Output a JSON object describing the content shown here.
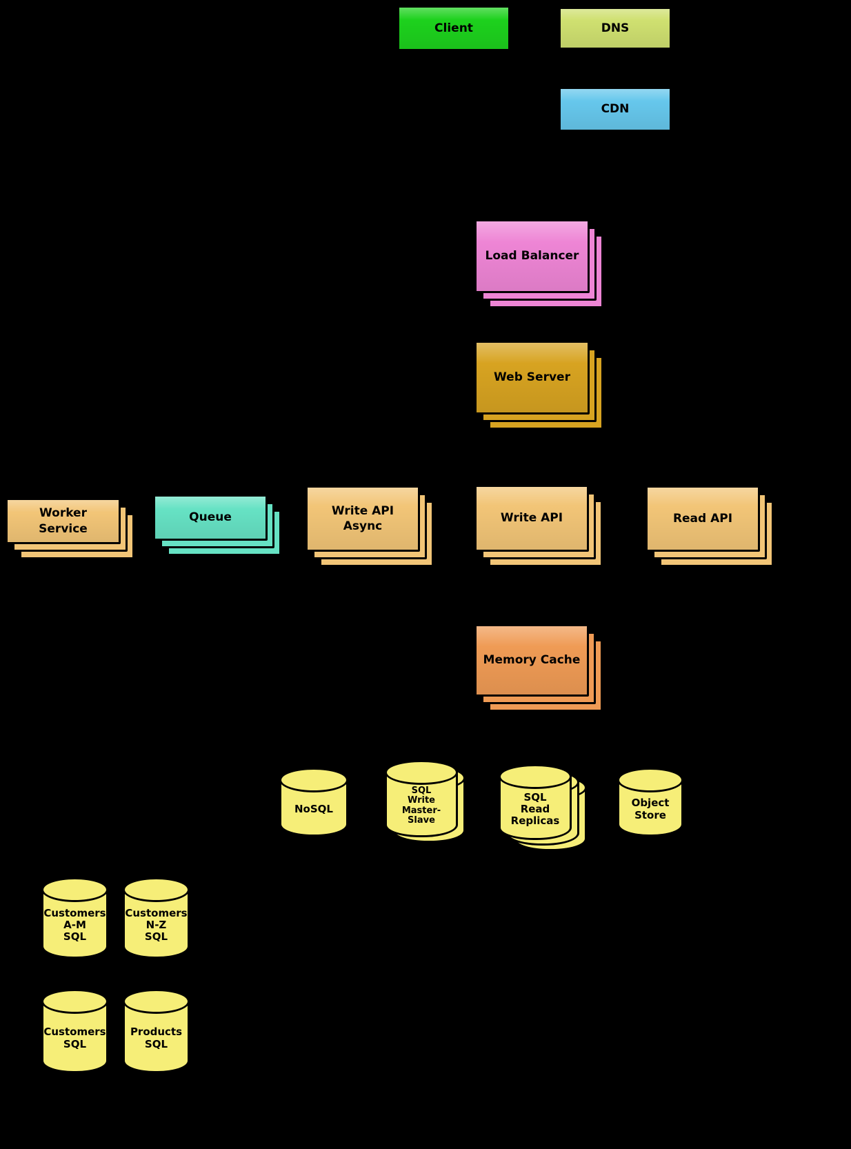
{
  "background": "#000000",
  "nodes": {
    "client": {
      "label": "Client"
    },
    "dns": {
      "label": "DNS"
    },
    "cdn": {
      "label": "CDN"
    },
    "load_balancer": {
      "label": "Load Balancer"
    },
    "web_server": {
      "label": "Web Server"
    },
    "worker_service": {
      "label": "Worker\nService"
    },
    "queue": {
      "label": "Queue"
    },
    "write_api_async": {
      "label": "Write API\nAsync"
    },
    "write_api": {
      "label": "Write API"
    },
    "read_api": {
      "label": "Read API"
    },
    "memory_cache": {
      "label": "Memory Cache"
    },
    "nosql": {
      "label": "NoSQL"
    },
    "sql_write_master_slave": {
      "label": "SQL\nWrite\nMaster-\nSlave"
    },
    "sql_read_replicas": {
      "label": "SQL\nRead\nReplicas"
    },
    "object_store": {
      "label": "Object\nStore"
    },
    "customers_am_sql": {
      "label": "Customers\nA-M\nSQL"
    },
    "customers_nz_sql": {
      "label": "Customers\nN-Z\nSQL"
    },
    "customers_sql": {
      "label": "Customers\nSQL"
    },
    "products_sql": {
      "label": "Products\nSQL"
    }
  },
  "colors": {
    "client": "#1dd11d",
    "dns": "#cfe070",
    "cdn": "#66c7ec",
    "load_balancer": "#ee85d5",
    "web_server": "#d7a321",
    "api": "#f2c577",
    "queue": "#66e2c4",
    "memory_cache": "#ef9b55",
    "database": "#f6ee78"
  }
}
